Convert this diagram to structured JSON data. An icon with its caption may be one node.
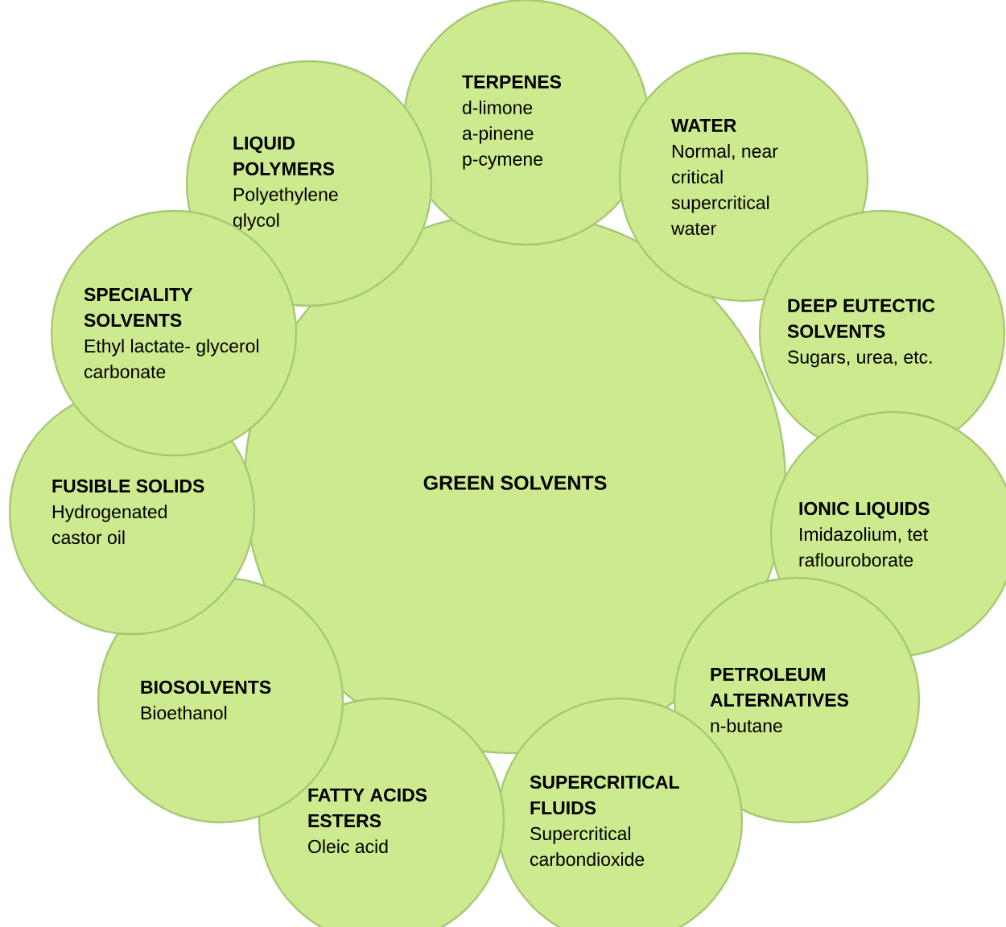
{
  "diagram": {
    "nodes": [
      {
        "text": [
          "GREEN SOLVENTS"
        ]
      },
      {
        "text": [
          "TERPENES",
          "d-limone a-pinene p-cymene"
        ]
      },
      {
        "text": [
          "WATER",
          "Normal, near critical supercritical water"
        ]
      },
      {
        "text": [
          "DEEP EUTECTIC SOLVENTS",
          "Sugars, urea, etc."
        ]
      },
      {
        "text": [
          "IONIC LIQUIDS",
          "Imidazolium, tet raflouroborate"
        ]
      },
      {
        "text": [
          "PETROLEUM ALTERNATIVES",
          "n-butane"
        ]
      },
      {
        "text": [
          "SUPERCRITICAL FLUIDS",
          "Supercritical carbondioxide"
        ]
      },
      {
        "text": [
          "FATTY ACIDS ESTERS",
          "Oleic acid"
        ]
      },
      {
        "text": [
          "BIOSOLVENTS",
          "Bioethanol"
        ]
      },
      {
        "text": [
          "FUSIBLE SOLIDS",
          "Hydrogenated castor oil"
        ]
      },
      {
        "text": [
          "SPECIALITY SOLVENTS",
          "Ethyl lactate- glycerol carbonate"
        ]
      },
      {
        "text": [
          "LIQUID POLYMERS",
          "Polyethylene glycol"
        ]
      }
    ]
  }
}
